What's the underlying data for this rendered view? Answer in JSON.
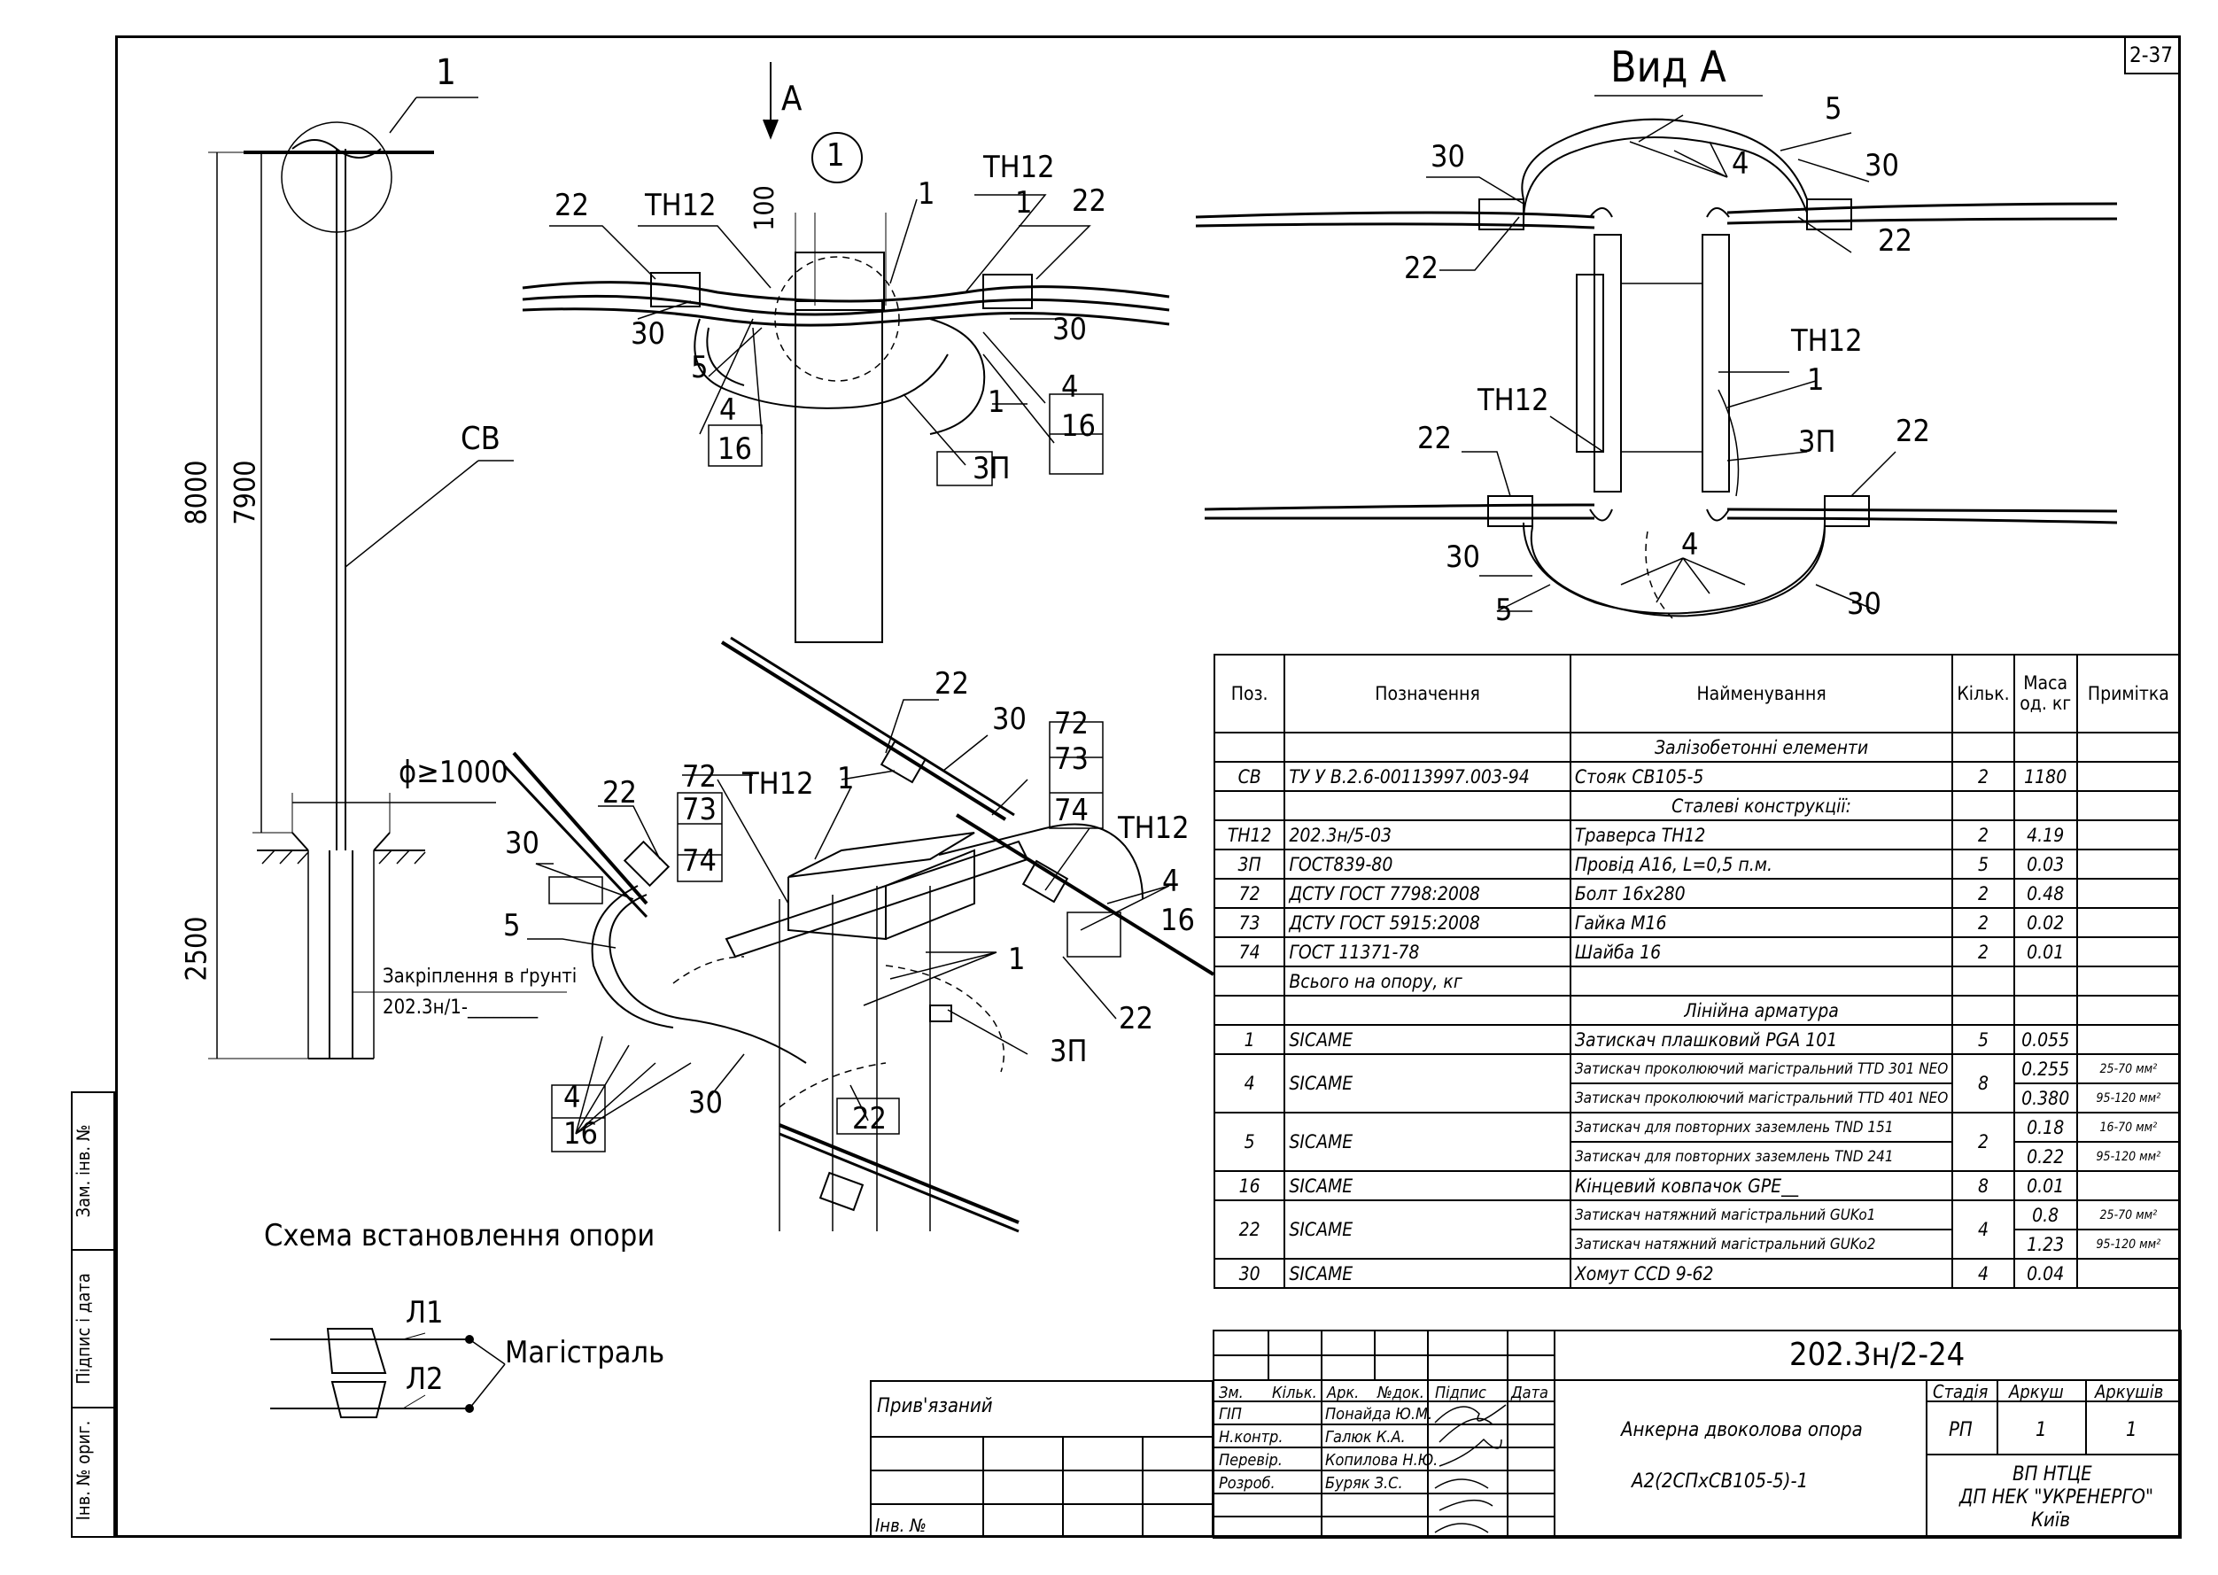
{
  "sheet_code": "2-37",
  "left_strip": {
    "inv_orig": "Інв. № ориг.",
    "sign_date": "Підпис і дата",
    "zam_inv": "Зам. інв. №"
  },
  "pole": {
    "callout": "1",
    "label_sv": "СВ",
    "dim_8000": "8000",
    "dim_7900": "7900",
    "dim_2500": "2500",
    "dim_diameter": "ϕ≥1000",
    "anchor_text": "Закріплення в ґрунті",
    "anchor_ref": "202.3н/1-________"
  },
  "detail1": {
    "arrow_label": "А",
    "circle_label": "1",
    "dim_100": "100",
    "labels": [
      "22",
      "ТН12",
      "1",
      "ТН12",
      "1",
      "22",
      "30",
      "30",
      "5",
      "4",
      "16",
      "4",
      "1",
      "16",
      "3П"
    ]
  },
  "view_a": {
    "title": "Вид А",
    "labels": [
      "30",
      "5",
      "4",
      "30",
      "22",
      "22",
      "ТН12",
      "1",
      "ТН12",
      "22",
      "3П",
      "22",
      "30",
      "4",
      "5",
      "30"
    ]
  },
  "iso": {
    "labels": [
      "22",
      "30",
      "72",
      "73",
      "74",
      "ТН12",
      "1",
      "72",
      "73",
      "74",
      "ТН12",
      "22",
      "30",
      "5",
      "4",
      "16",
      "1",
      "22",
      "3П",
      "4",
      "16",
      "30",
      "22"
    ]
  },
  "scheme": {
    "title": "Схема встановлення опори",
    "l1": "Л1",
    "l2": "Л2",
    "main": "Магістраль"
  },
  "spec": {
    "headers": [
      "Поз.",
      "Позначення",
      "Найменування",
      "Кільк.",
      "Маса од. кг",
      "Примітка"
    ],
    "sec_concrete": "Залізобетонні елементи",
    "sec_steel": "Сталеві конструкції:",
    "sec_fittings": "Лінійна арматура",
    "rows_concrete": [
      {
        "pos": "СВ",
        "code": "ТУ У В.2.6-00113997.003-94",
        "name": "Стояк СВ105-5",
        "qty": "2",
        "mass": "1180",
        "note": ""
      }
    ],
    "rows_steel": [
      {
        "pos": "ТН12",
        "code": "202.3н/5-03",
        "name": "Траверса ТН12",
        "qty": "2",
        "mass": "4.19",
        "note": ""
      },
      {
        "pos": "3П",
        "code": "ГОСТ839-80",
        "name": "Провід А16, L=0,5 п.м.",
        "qty": "5",
        "mass": "0.03",
        "note": ""
      },
      {
        "pos": "72",
        "code": "ДСТУ ГОСТ 7798:2008",
        "name": "Болт 16х280",
        "qty": "2",
        "mass": "0.48",
        "note": ""
      },
      {
        "pos": "73",
        "code": "ДСТУ ГОСТ 5915:2008",
        "name": "Гайка М16",
        "qty": "2",
        "mass": "0.02",
        "note": ""
      },
      {
        "pos": "74",
        "code": "ГОСТ 11371-78",
        "name": "Шайба 16",
        "qty": "2",
        "mass": "0.01",
        "note": ""
      }
    ],
    "total_label": "Всього на опору, кг",
    "r1": {
      "pos": "1",
      "code": "SICAME",
      "name": "Затискач плашковий PGA 101",
      "qty": "5",
      "mass": "0.055"
    },
    "r4": {
      "pos": "4",
      "code": "SICAME",
      "name_a": "Затискач проколюючий магістральний TTD 301 NEO",
      "name_b": "Затискач проколюючий магістральний TTD 401 NEO",
      "qty": "8",
      "mass_a": "0.255",
      "mass_b": "0.380",
      "note_a": "25-70 мм²",
      "note_b": "95-120 мм²"
    },
    "r5": {
      "pos": "5",
      "code": "SICAME",
      "name_a": "Затискач для повторних заземлень TND 151",
      "name_b": "Затискач для повторних заземлень TND 241",
      "qty": "2",
      "mass_a": "0.18",
      "mass_b": "0.22",
      "note_a": "16-70 мм²",
      "note_b": "95-120 мм²"
    },
    "r16": {
      "pos": "16",
      "code": "SICAME",
      "name": "Кінцевий ковпачок GPE__",
      "qty": "8",
      "mass": "0.01"
    },
    "r22": {
      "pos": "22",
      "code": "SICAME",
      "name_a": "Затискач натяжний магістральний GUKo1",
      "name_b": "Затискач натяжний магістральний GUKo2",
      "qty": "4",
      "mass_a": "0.8",
      "mass_b": "1.23",
      "note_a": "25-70 мм²",
      "note_b": "95-120 мм²"
    },
    "r30": {
      "pos": "30",
      "code": "SICAME",
      "name": "Хомут CCD 9-62",
      "qty": "4",
      "mass": "0.04"
    }
  },
  "title_block": {
    "pryv": "Прив'язаний",
    "inv_no": "Інв. №",
    "doc_code": "202.3н/2-24",
    "hdr": [
      "Зм.",
      "Кільк.",
      "Арк.",
      "№док.",
      "Підпис",
      "Дата"
    ],
    "people": [
      {
        "role": "ГІП",
        "name": "Понайда Ю.М."
      },
      {
        "role": "Н.контр.",
        "name": "Галюк К.А."
      },
      {
        "role": "Перевір.",
        "name": "Копилова Н.Ю."
      },
      {
        "role": "Розроб.",
        "name": "Буряк З.С."
      }
    ],
    "doc_name": "Анкерна двоколова опора",
    "doc_sub": "А2(2СПхСВ105-5)-1",
    "stage_h": "Стадія",
    "sheet_h": "Аркуш",
    "sheets_h": "Аркушів",
    "stage": "РП",
    "sheet": "1",
    "sheets": "1",
    "org1": "ВП НТЦЕ",
    "org2": "ДП НЕК \"УКРЕНЕРГО\"",
    "org3": "Київ"
  }
}
